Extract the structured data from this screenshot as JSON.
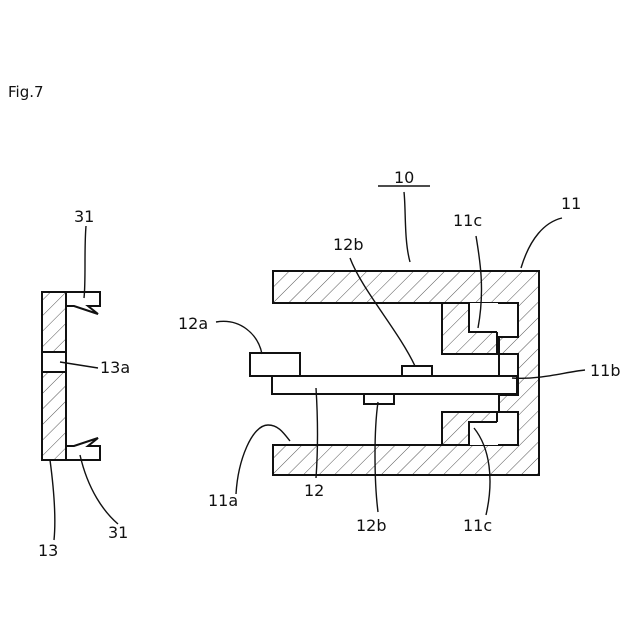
{
  "figure": {
    "title": "Fig.7"
  },
  "labels": {
    "assembly": "10",
    "housing": "11",
    "housing_opening": "11a",
    "housing_slot": "11b",
    "housing_groove_top": "11c",
    "housing_groove_bottom": "11c",
    "board": "12",
    "board_tab": "12a",
    "board_pad_top": "12b",
    "board_pad_bottom": "12b",
    "cover": "13",
    "cover_hole": "13a",
    "hook_top": "31",
    "hook_bottom": "31"
  },
  "colors": {
    "line": "#111111",
    "background": "#ffffff"
  }
}
